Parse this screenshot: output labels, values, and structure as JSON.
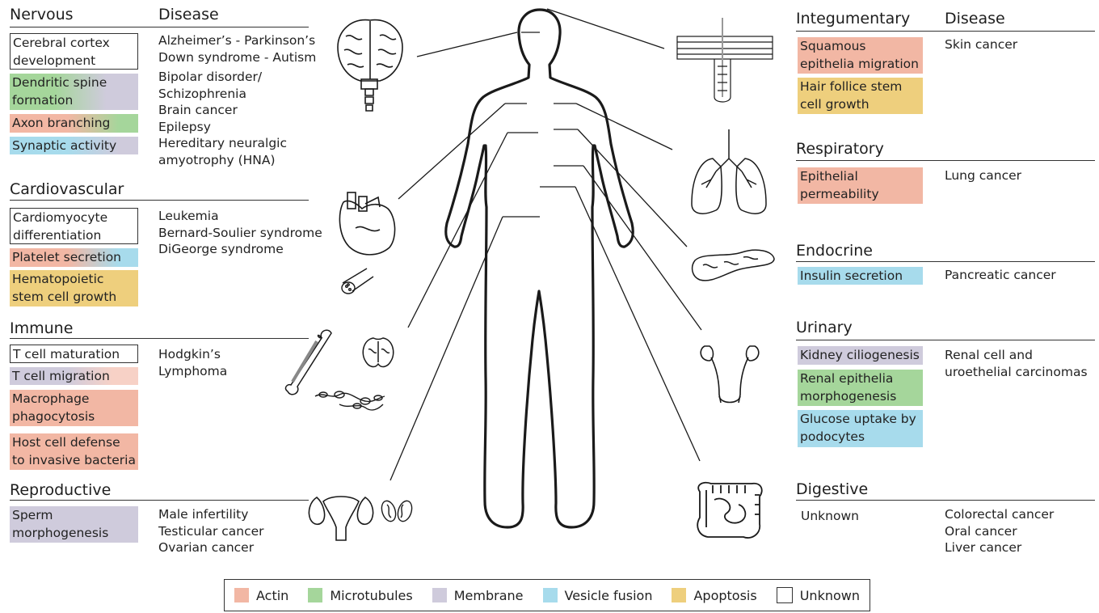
{
  "left": {
    "nervous": {
      "title": "Nervous",
      "disease_header": "Disease",
      "boxes": [
        "Cerebral cortex development",
        "Dendritic spine formation",
        "Axon branching",
        "Synaptic activity"
      ],
      "diseases": [
        "Alzheimer’s - Parkinson’s",
        "Down syndrome - Autism",
        "Bipolar disorder/",
        "Schizophrenia",
        "Brain cancer",
        "Epilepsy",
        "Hereditary neuralgic",
        "amyotrophy (HNA)"
      ]
    },
    "cardiovascular": {
      "title": "Cardiovascular",
      "boxes": [
        "Cardiomyocyte differentiation",
        "Platelet secretion",
        "Hematopoietic stem cell growth"
      ],
      "diseases": [
        "Leukemia",
        "Bernard-Soulier syndrome",
        "DiGeorge syndrome"
      ]
    },
    "immune": {
      "title": "Immune",
      "boxes": [
        "T cell maturation",
        "T cell migration",
        "Macrophage phagocytosis",
        "Host cell defense to invasive bacteria"
      ],
      "diseases": [
        "Hodgkin’s",
        "Lymphoma"
      ]
    },
    "reproductive": {
      "title": "Reproductive",
      "boxes": [
        "Sperm morphogenesis"
      ],
      "diseases": [
        "Male infertility",
        "Testicular cancer",
        "Ovarian cancer"
      ]
    }
  },
  "right": {
    "integumentary": {
      "title": "Integumentary",
      "disease_header": "Disease",
      "boxes": [
        "Squamous epithelia migration",
        "Hair follice stem cell growth"
      ],
      "diseases": [
        "Skin cancer"
      ]
    },
    "respiratory": {
      "title": "Respiratory",
      "boxes": [
        "Epithelial permeability"
      ],
      "diseases": [
        "Lung cancer"
      ]
    },
    "endocrine": {
      "title": "Endocrine",
      "boxes": [
        "Insulin secretion"
      ],
      "diseases": [
        "Pancreatic cancer"
      ]
    },
    "urinary": {
      "title": "Urinary",
      "boxes": [
        "Kidney ciliogenesis",
        "Renal epithelia morphogenesis",
        "Glucose uptake by podocytes"
      ],
      "diseases": [
        "Renal cell  and",
        "uroethelial carcinomas"
      ]
    },
    "digestive": {
      "title": "Digestive",
      "boxes": [
        "Unknown"
      ],
      "diseases": [
        "Colorectal cancer",
        "Oral cancer",
        "Liver cancer"
      ]
    }
  },
  "legend": [
    {
      "label": "Actin",
      "color": "#f2b7a4"
    },
    {
      "label": "Microtubules",
      "color": "#a5d69b"
    },
    {
      "label": "Membrane",
      "color": "#cfcbdc"
    },
    {
      "label": "Vesicle fusion",
      "color": "#a7dbec"
    },
    {
      "label": "Apoptosis",
      "color": "#eecf7d"
    },
    {
      "label": "Unknown",
      "color": "#ffffff"
    }
  ],
  "icons": [
    "brain-icon",
    "heart-icon",
    "blood-vessel-icon",
    "bone-icon",
    "thymus-icon",
    "lymph-node-icon",
    "uterus-icon",
    "testes-icon",
    "skin-icon",
    "lungs-icon",
    "pancreas-icon",
    "kidney-icon",
    "intestine-icon",
    "human-body-icon"
  ]
}
